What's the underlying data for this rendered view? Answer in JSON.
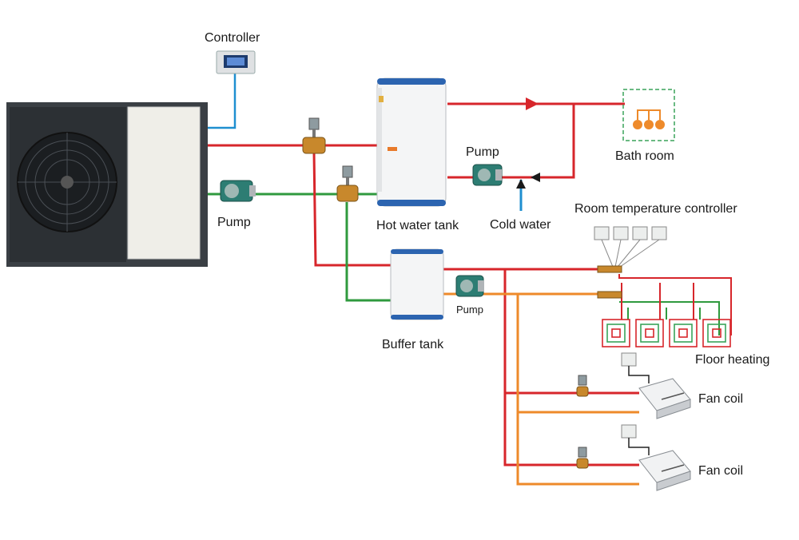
{
  "labels": {
    "controller": "Controller",
    "pump_main": "Pump",
    "pump_hot": "Pump",
    "pump_buffer": "Pump",
    "hot_water_tank": "Hot water tank",
    "cold_water": "Cold water",
    "bath_room": "Bath room",
    "room_temp_controller": "Room temperature controller",
    "buffer_tank": "Buffer tank",
    "floor_heating": "Floor heating",
    "fan_coil_1": "Fan coil",
    "fan_coil_2": "Fan coil"
  },
  "colors": {
    "hot_pipe": "#d7262b",
    "return_pipe": "#2f9a3e",
    "cold_pipe": "#1f8fd0",
    "fancoil_return": "#ee8a2a",
    "bath_zone": "#3aa35a",
    "heat_pump_body": "#3a3f44",
    "heat_pump_panel": "#efeee8"
  }
}
